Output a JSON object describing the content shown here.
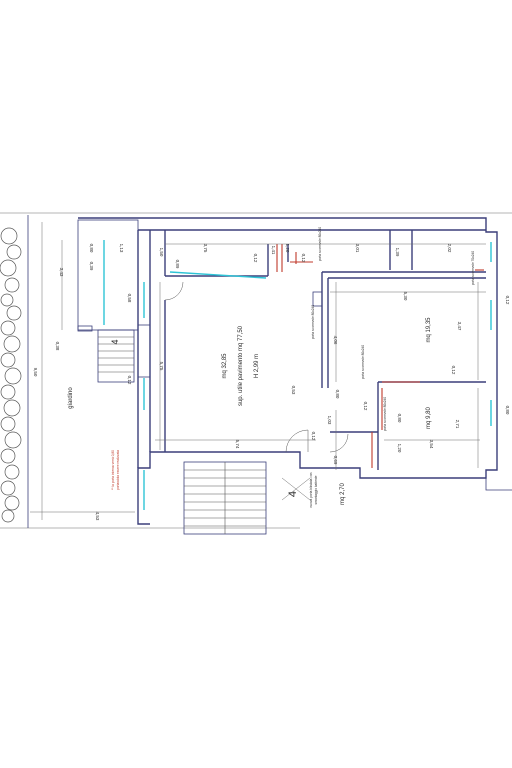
{
  "labels": {
    "garden": "giardino",
    "room1_area": "mq 32,85",
    "room1_floor": "sup. utile pavimento mq 77,50",
    "room1_height": "H 2,99 m",
    "room2_area": "mq 19,35",
    "room3_area": "mq 9,80",
    "landing_area": "mq 2,70",
    "stair_number": "4",
    "garden_note_1": "** la porta interna verrà 0,80",
    "garden_note_2": "portandola essere realizzata",
    "door_note_1": "nuova porta blindata con",
    "door_note_2": "smontaggio battente",
    "door_label_1": "porta scorrevole 80x240",
    "door_label_2": "porta scorrevole 80x240",
    "door_label_3": "porta scorrevole 80x240",
    "door_label_4": "porta scorrevole 80x240",
    "door_label_5": "porta scorrevole 70x240"
  },
  "dimensions": {
    "d1": "0,80",
    "d2": "1,13",
    "d3": "0,39",
    "d4": "3,43",
    "d5": "9,50",
    "d6": "0,38",
    "d7": "1,50",
    "d8": "0,89",
    "d9": "3,75",
    "d10": "0,12",
    "d11": "1,41",
    "d12": "1,20",
    "d13": "0,12",
    "d14": "3,01",
    "d15": "1,39",
    "d16": "2,02",
    "d17": "5,30",
    "d18": "3,47",
    "d19": "0,12",
    "d20": "4,06",
    "d21": "0,53",
    "d22": "0,80",
    "d23": "1,03",
    "d24": "0,12",
    "d25": "0,80",
    "d26": "1,20",
    "d27": "2,71",
    "d28": "3,54",
    "d29": "5,75",
    "d30": "5,74",
    "d31": "0,12",
    "d32": "0,69",
    "d33": "4,53",
    "d34": "0,58",
    "d35": "0,12",
    "d36": "0,12",
    "d37": "0,80"
  },
  "colors": {
    "wall": "#3b3f7a",
    "window": "#2ec4d6",
    "partition": "#c0392b",
    "text": "#2a2a2a"
  }
}
